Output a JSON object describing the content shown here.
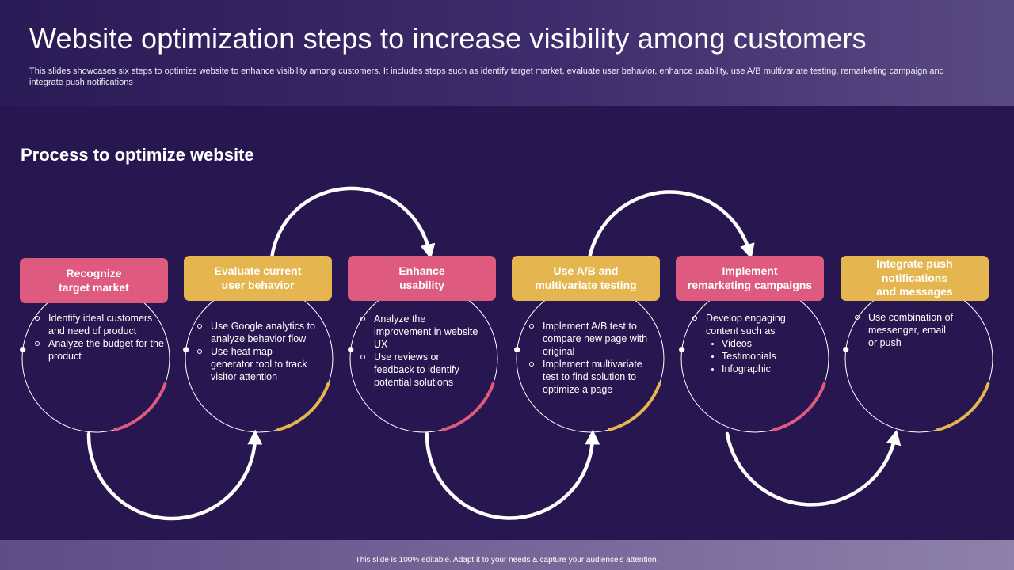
{
  "header": {
    "title": "Website optimization steps to increase visibility among customers",
    "subtitle": "This slides showcases six steps to optimize website to enhance visibility among customers. It includes steps such as identify target market, evaluate user behavior, enhance usability, use A/B  multivariate testing, remarketing campaign and integrate push notifications"
  },
  "section_heading": "Process to optimize website",
  "colors": {
    "pink": "#de5b7f",
    "gold": "#e5b64f",
    "background": "#281650"
  },
  "steps": [
    {
      "label": "Recognize\ntarget market",
      "color": "pink",
      "bullets": [
        "Identify ideal customers and need of product",
        "Analyze the budget for the product"
      ]
    },
    {
      "label": "Evaluate current\nuser behavior",
      "color": "gold",
      "bullets": [
        "Use Google analytics to analyze behavior flow",
        "Use heat map generator tool to track visitor attention"
      ]
    },
    {
      "label": "Enhance\nusability",
      "color": "pink",
      "bullets": [
        "Analyze the improvement in website UX",
        "Use reviews or feedback to identify potential solutions"
      ]
    },
    {
      "label": "Use A/B and\nmultivariate testing",
      "color": "gold",
      "bullets": [
        "Implement A/B test to compare new page with original",
        "Implement multivariate test to find solution to optimize a page"
      ]
    },
    {
      "label": "Implement\nremarketing campaigns",
      "color": "pink",
      "bullets": [
        "Develop engaging content such as"
      ],
      "sub_bullets": [
        "Videos",
        "Testimonials",
        "Infographic"
      ]
    },
    {
      "label": "Integrate push\nnotifications\nand messages",
      "color": "gold",
      "bullets": [
        "Use combination of messenger, email or push"
      ]
    }
  ],
  "footer": {
    "text": "This slide is 100% editable.  Adapt it to your needs & capture your audience's attention."
  }
}
